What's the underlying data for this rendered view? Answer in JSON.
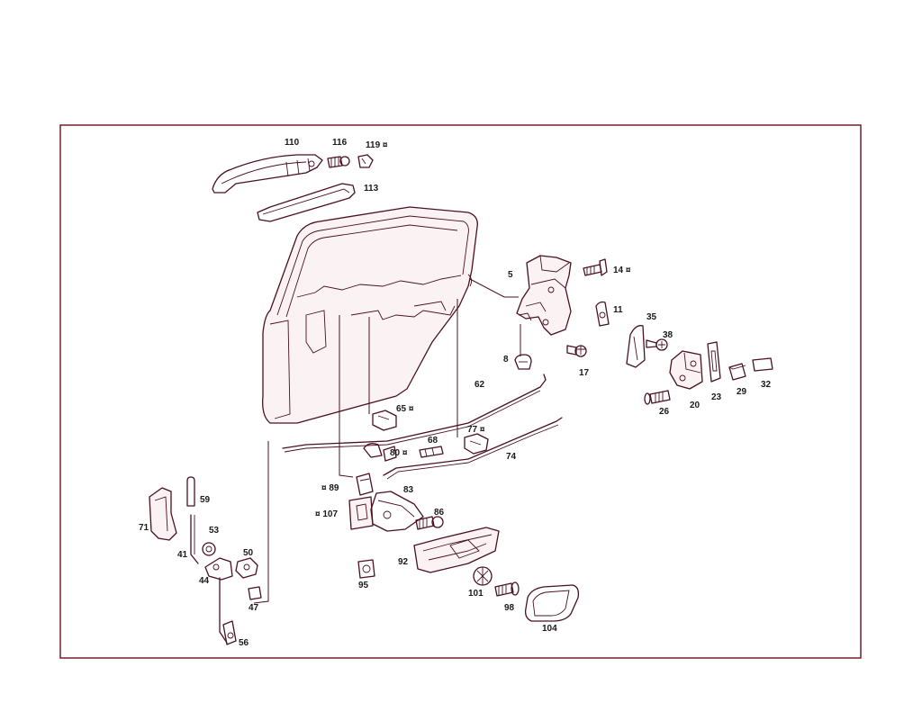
{
  "colors": {
    "frame": "#6b0f1a",
    "line": "#4a1020",
    "label": "#1a1a1a",
    "background": "#ffffff"
  },
  "labels": [
    {
      "id": "110",
      "text": "110"
    },
    {
      "id": "116",
      "text": "116"
    },
    {
      "id": "119",
      "text": "119 ¤"
    },
    {
      "id": "113",
      "text": "113"
    },
    {
      "id": "5",
      "text": "5"
    },
    {
      "id": "14",
      "text": "14 ¤"
    },
    {
      "id": "11",
      "text": "11"
    },
    {
      "id": "35",
      "text": "35"
    },
    {
      "id": "38",
      "text": "38"
    },
    {
      "id": "8",
      "text": "8"
    },
    {
      "id": "17",
      "text": "17"
    },
    {
      "id": "62",
      "text": "62"
    },
    {
      "id": "26",
      "text": "26"
    },
    {
      "id": "20",
      "text": "20"
    },
    {
      "id": "23",
      "text": "23"
    },
    {
      "id": "29",
      "text": "29"
    },
    {
      "id": "32",
      "text": "32"
    },
    {
      "id": "65",
      "text": "65 ¤"
    },
    {
      "id": "77",
      "text": "77 ¤"
    },
    {
      "id": "68",
      "text": "68"
    },
    {
      "id": "80",
      "text": "80 ¤"
    },
    {
      "id": "74",
      "text": "74"
    },
    {
      "id": "89",
      "text": "¤ 89"
    },
    {
      "id": "83",
      "text": "83"
    },
    {
      "id": "59",
      "text": "59"
    },
    {
      "id": "71",
      "text": "71"
    },
    {
      "id": "107",
      "text": "¤ 107"
    },
    {
      "id": "86",
      "text": "86"
    },
    {
      "id": "53",
      "text": "53"
    },
    {
      "id": "41",
      "text": "41"
    },
    {
      "id": "50",
      "text": "50"
    },
    {
      "id": "44",
      "text": "44"
    },
    {
      "id": "92",
      "text": "92"
    },
    {
      "id": "95",
      "text": "95"
    },
    {
      "id": "101",
      "text": "101"
    },
    {
      "id": "98",
      "text": "98"
    },
    {
      "id": "47",
      "text": "47"
    },
    {
      "id": "104",
      "text": "104"
    },
    {
      "id": "56",
      "text": "56"
    }
  ]
}
